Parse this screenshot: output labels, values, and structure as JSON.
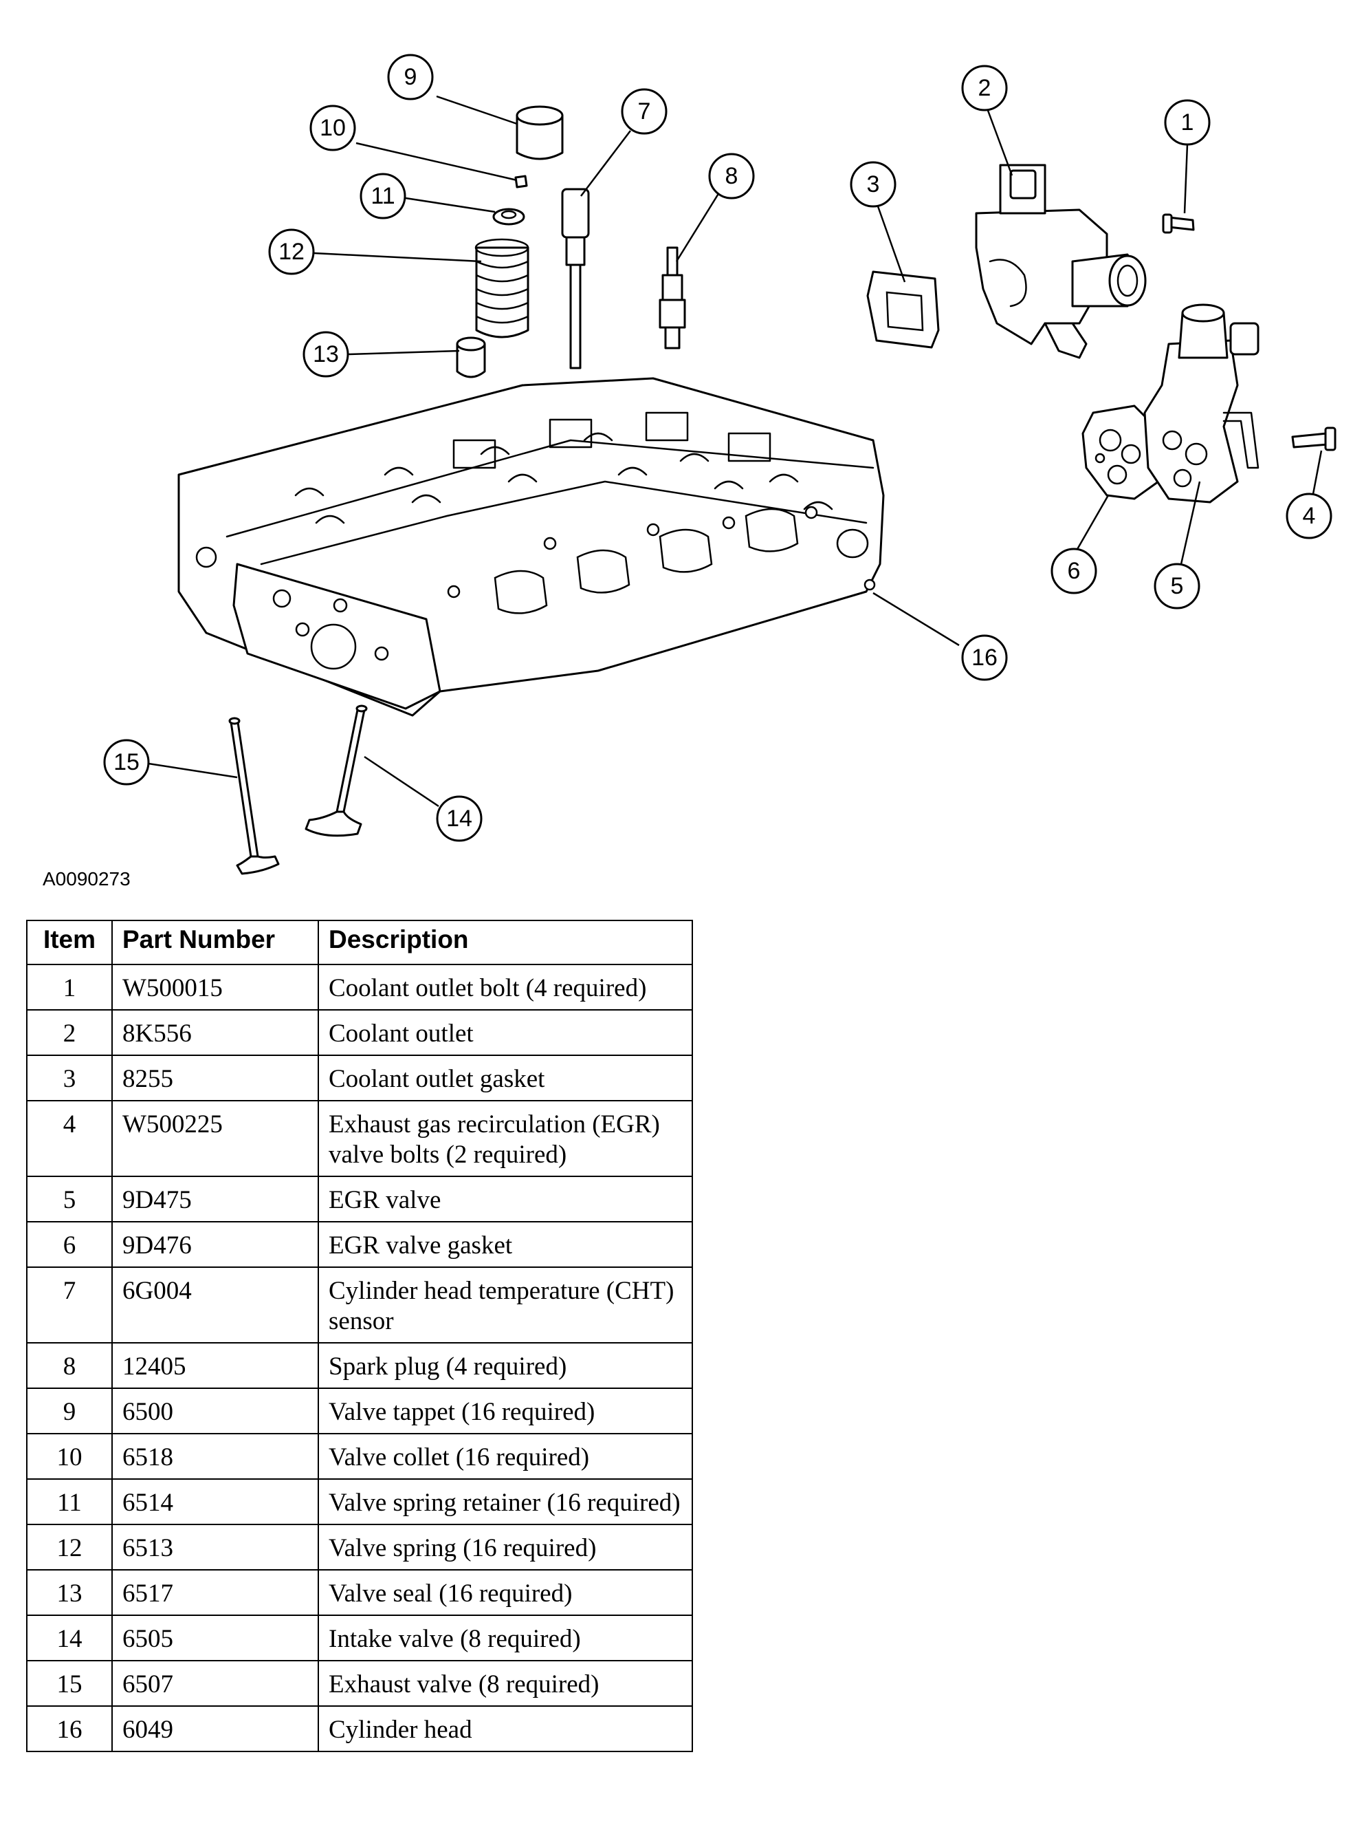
{
  "diagram": {
    "code": "A0090273",
    "callouts": [
      "1",
      "2",
      "3",
      "4",
      "5",
      "6",
      "7",
      "8",
      "9",
      "10",
      "11",
      "12",
      "13",
      "14",
      "15",
      "16"
    ]
  },
  "table": {
    "headers": {
      "item": "Item",
      "part_number": "Part Number",
      "description": "Description"
    },
    "rows": [
      {
        "item": "1",
        "part_number": "W500015",
        "description": "Coolant outlet bolt (4 required)"
      },
      {
        "item": "2",
        "part_number": "8K556",
        "description": "Coolant outlet"
      },
      {
        "item": "3",
        "part_number": "8255",
        "description": "Coolant outlet gasket"
      },
      {
        "item": "4",
        "part_number": "W500225",
        "description": "Exhaust gas recirculation (EGR) valve bolts (2 required)"
      },
      {
        "item": "5",
        "part_number": "9D475",
        "description": "EGR valve"
      },
      {
        "item": "6",
        "part_number": "9D476",
        "description": "EGR valve gasket"
      },
      {
        "item": "7",
        "part_number": "6G004",
        "description": "Cylinder head temperature (CHT) sensor"
      },
      {
        "item": "8",
        "part_number": "12405",
        "description": "Spark plug (4 required)"
      },
      {
        "item": "9",
        "part_number": "6500",
        "description": "Valve tappet (16 required)"
      },
      {
        "item": "10",
        "part_number": "6518",
        "description": "Valve collet (16 required)"
      },
      {
        "item": "11",
        "part_number": "6514",
        "description": "Valve spring retainer (16 required)"
      },
      {
        "item": "12",
        "part_number": "6513",
        "description": "Valve spring (16 required)"
      },
      {
        "item": "13",
        "part_number": "6517",
        "description": "Valve seal (16 required)"
      },
      {
        "item": "14",
        "part_number": "6505",
        "description": "Intake valve (8 required)"
      },
      {
        "item": "15",
        "part_number": "6507",
        "description": "Exhaust valve (8 required)"
      },
      {
        "item": "16",
        "part_number": "6049",
        "description": "Cylinder head"
      }
    ]
  }
}
